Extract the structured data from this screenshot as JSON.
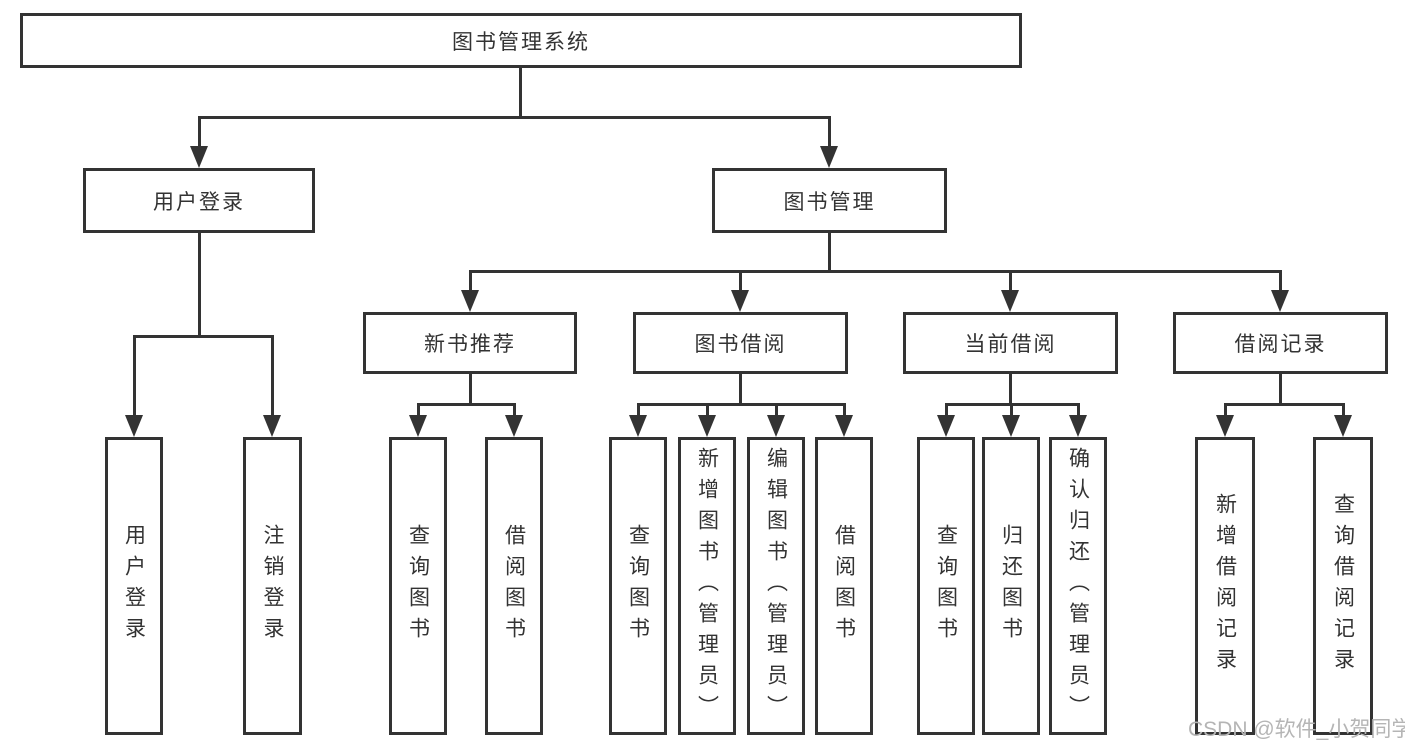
{
  "colors": {
    "line": "#333333",
    "text": "#333333",
    "box_background": "#ffffff",
    "page_background": "#ffffff",
    "watermark": "#b5b5b5"
  },
  "watermark": {
    "text": "CSDN @软件_小贺同学"
  },
  "tree": {
    "root": {
      "label": "图书管理系统",
      "children": [
        {
          "label": "用户登录",
          "children": [
            {
              "label": "用户登录"
            },
            {
              "label": "注销登录"
            }
          ]
        },
        {
          "label": "图书管理",
          "children": [
            {
              "label": "新书推荐",
              "children": [
                {
                  "label": "查询图书"
                },
                {
                  "label": "借阅图书"
                }
              ]
            },
            {
              "label": "图书借阅",
              "children": [
                {
                  "label": "查询图书"
                },
                {
                  "label": "新增图书（管理员）"
                },
                {
                  "label": "编辑图书（管理员）"
                },
                {
                  "label": "借阅图书"
                }
              ]
            },
            {
              "label": "当前借阅",
              "children": [
                {
                  "label": "查询图书"
                },
                {
                  "label": "归还图书"
                },
                {
                  "label": "确认归还（管理员）"
                }
              ]
            },
            {
              "label": "借阅记录",
              "children": [
                {
                  "label": "新增借阅记录"
                },
                {
                  "label": "查询借阅记录"
                }
              ]
            }
          ]
        }
      ]
    }
  }
}
